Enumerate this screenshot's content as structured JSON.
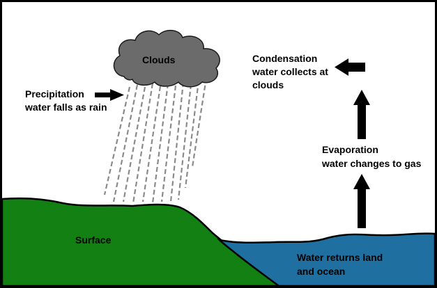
{
  "labels": {
    "clouds": "Clouds",
    "condensation": [
      "Condensation",
      "water collects at",
      "clouds"
    ],
    "precipitation": [
      "Precipitation",
      "water falls as rain"
    ],
    "evaporation": [
      "Evaporation",
      "water changes to gas"
    ],
    "surface": "Surface",
    "water": [
      "Water returns land",
      "and ocean"
    ]
  },
  "colors": {
    "cloud": "#6b6b6b",
    "land": "#128012",
    "water": "#1f6fa1",
    "rain": "#8a8a8a",
    "arrow": "#000000",
    "border": "#000000"
  },
  "icons": {
    "precipitation_arrow": "arrow-right-icon",
    "condensation_arrow": "arrow-left-icon",
    "evaporation_arrows": "arrow-up-icon"
  }
}
